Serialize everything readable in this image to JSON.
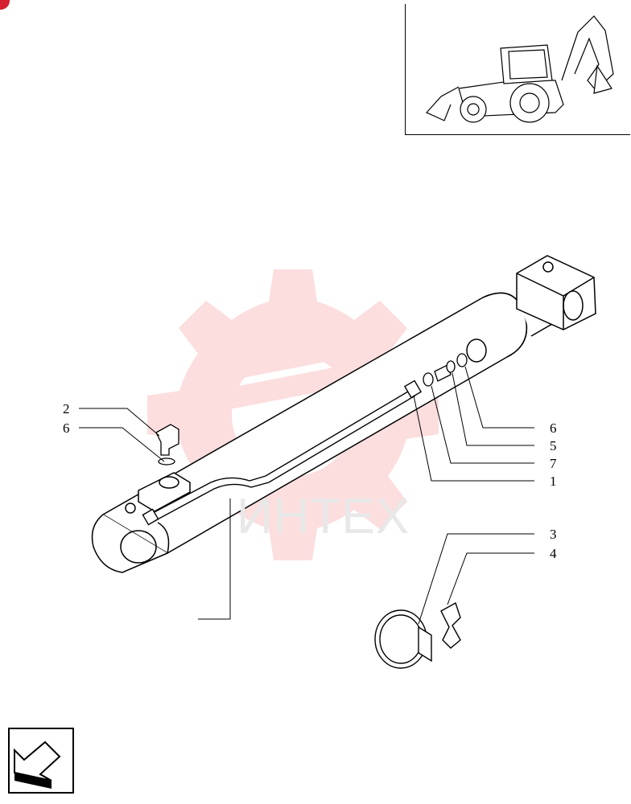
{
  "watermark": {
    "text": "ИНТЕХ",
    "color": "#f26b6b"
  },
  "brand_color": "#d42030",
  "callouts": [
    {
      "id": "2",
      "label": "2"
    },
    {
      "id": "6a",
      "label": "6"
    },
    {
      "id": "6b",
      "label": "6"
    },
    {
      "id": "5",
      "label": "5"
    },
    {
      "id": "7",
      "label": "7"
    },
    {
      "id": "1",
      "label": "1"
    },
    {
      "id": "3",
      "label": "3"
    },
    {
      "id": "4",
      "label": "4"
    }
  ],
  "icons": {
    "thumbnail": "backhoe-loader-icon",
    "nav": "arrow-left-down-icon",
    "logo": "gear-logo-watermark"
  }
}
